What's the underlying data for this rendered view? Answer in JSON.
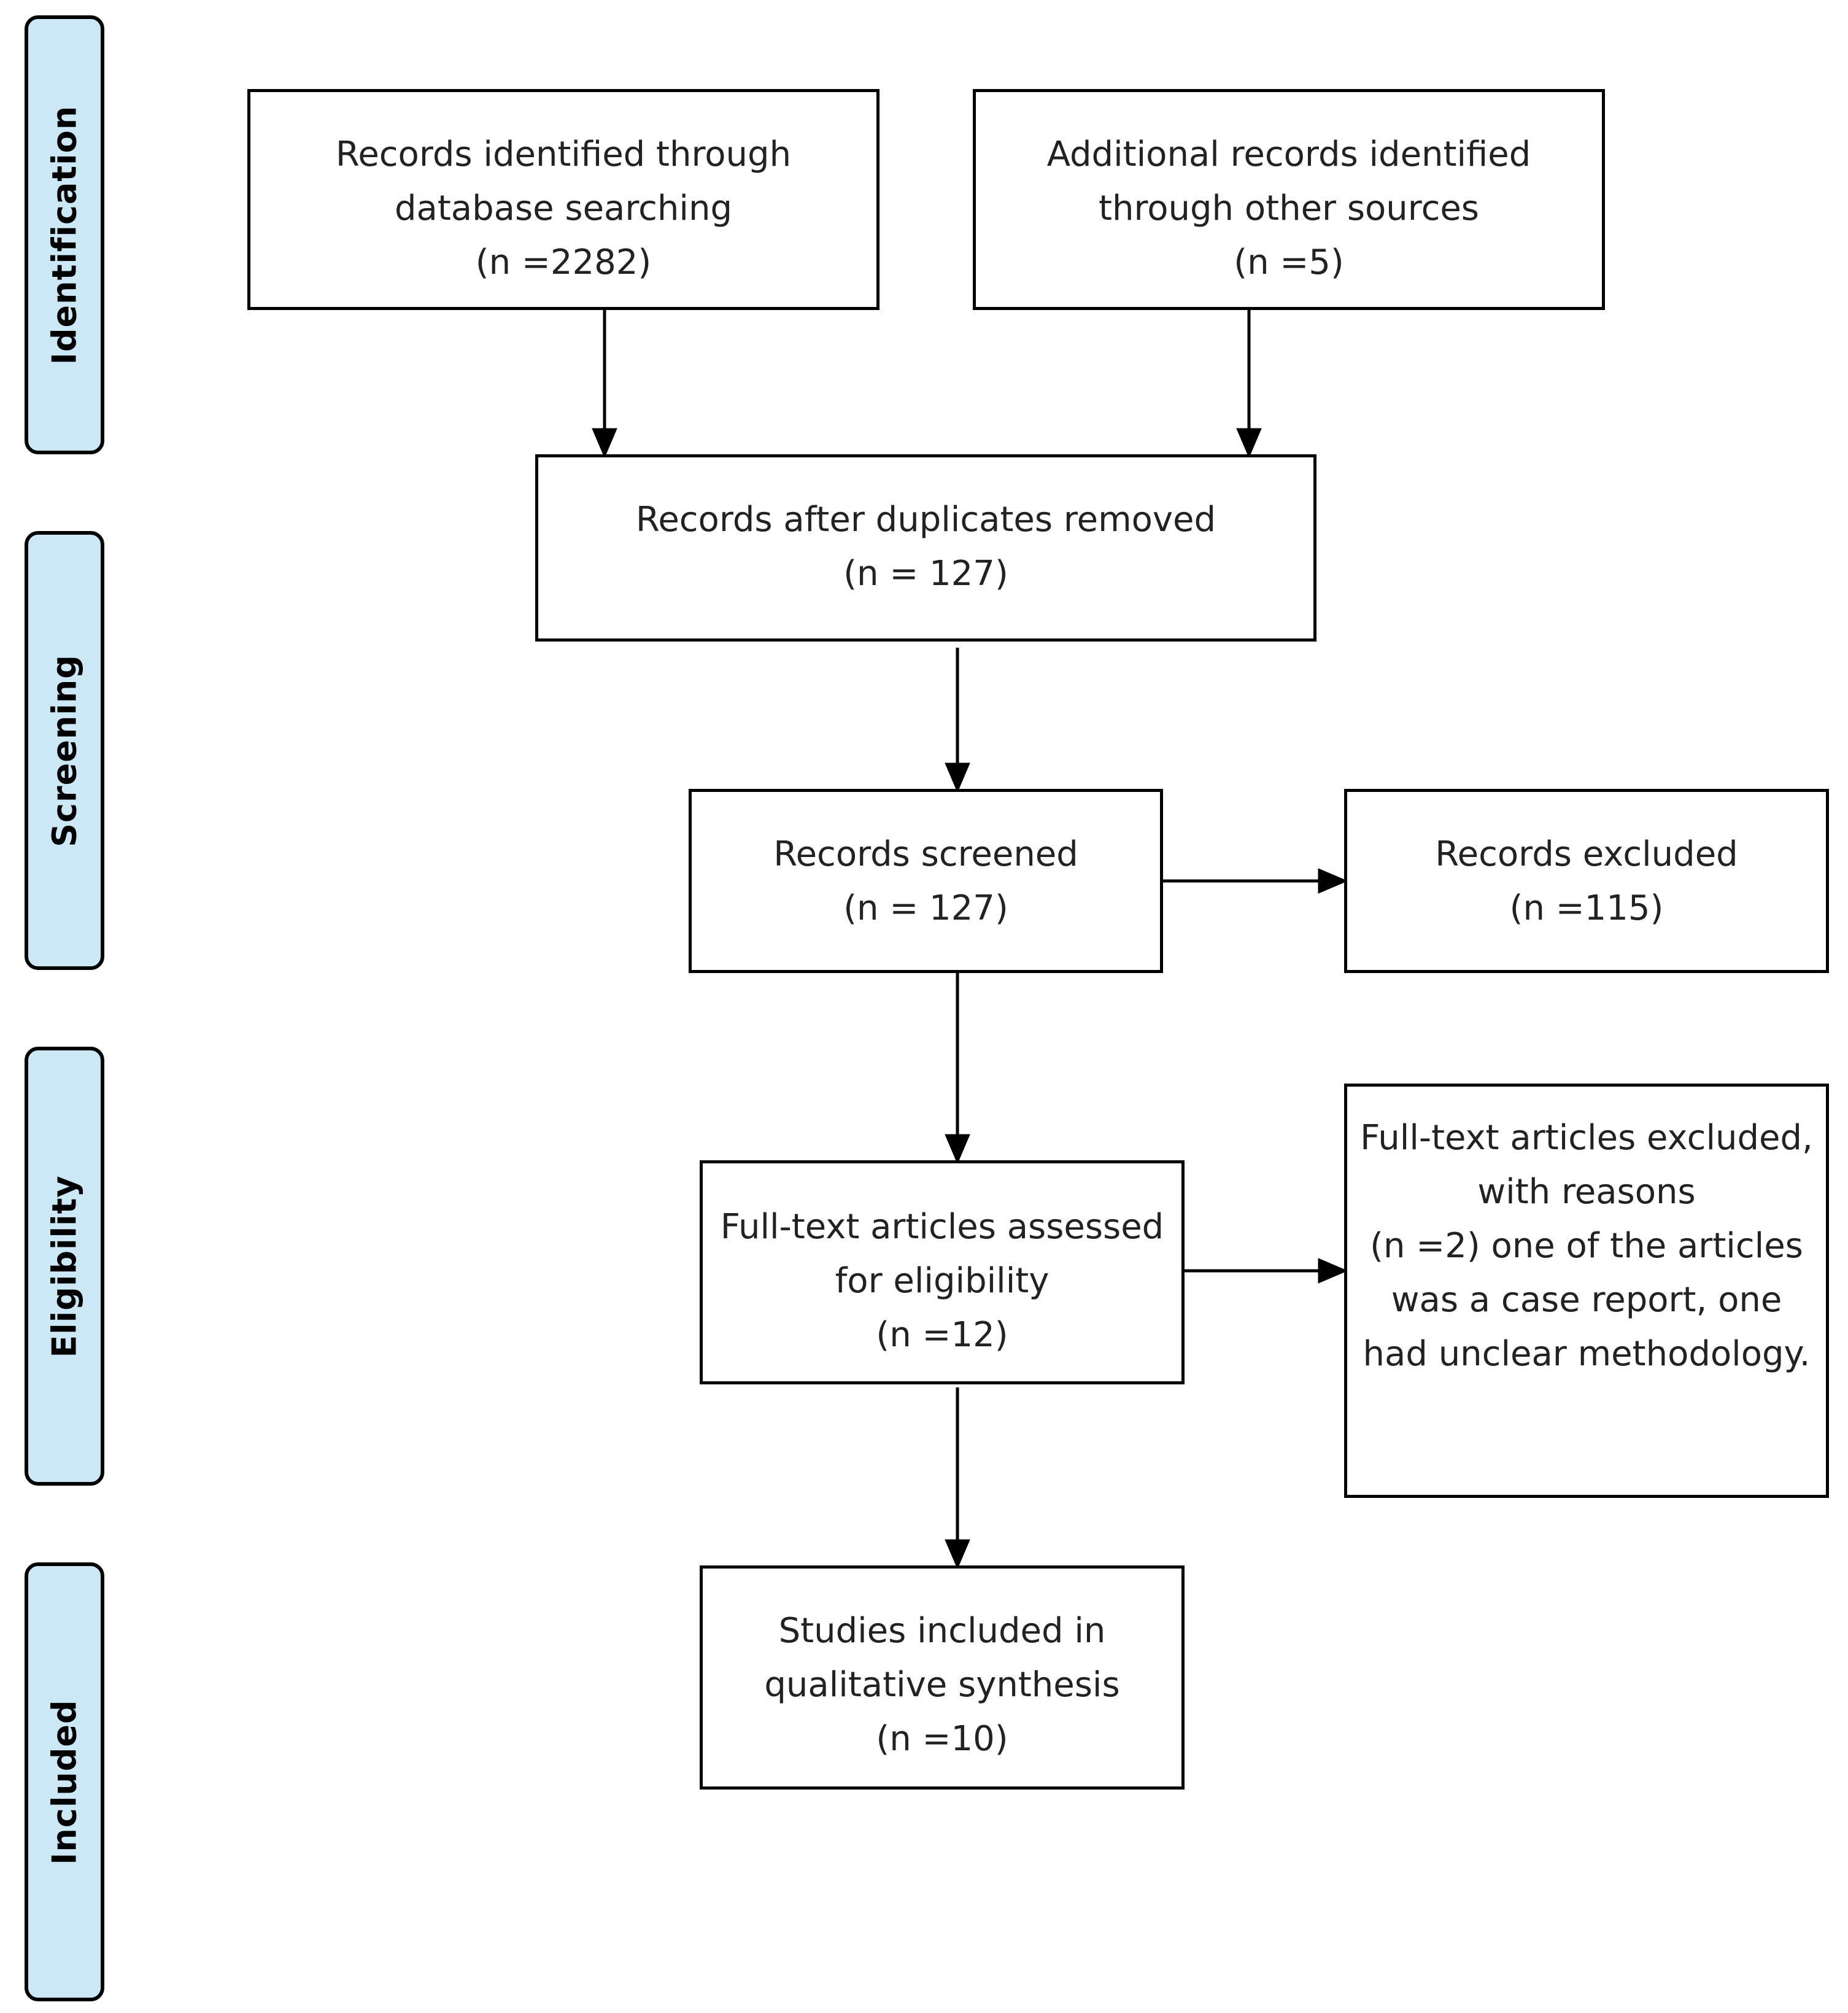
{
  "phases": {
    "identification": "Identification",
    "screening": "Screening",
    "eligibility": "Eligibility",
    "included": "Included"
  },
  "boxes": {
    "database": {
      "line1": "Records identified through",
      "line2": "database searching",
      "line3": "(n =2282)"
    },
    "additional": {
      "line1": "Additional records identified",
      "line2": "through other sources",
      "line3": "(n =5)"
    },
    "duplicates": {
      "line1": "Records after duplicates removed",
      "line2": "(n = 127)"
    },
    "screened": {
      "line1": "Records screened",
      "line2": "(n =  127)"
    },
    "excluded": {
      "line1": "Records excluded",
      "line2": "(n =115)"
    },
    "fulltext": {
      "line1": "Full-text articles assessed",
      "line2": "for eligibility",
      "line3": "(n =12)"
    },
    "fulltext_excluded": {
      "line1": "Full-text articles excluded,",
      "line2": "with reasons",
      "line3": "(n =2) one of the articles",
      "line4": "was a case report, one",
      "line5": "had unclear methodology."
    },
    "included": {
      "line1": "Studies included in",
      "line2": "qualitative synthesis",
      "line3": "(n =10)"
    }
  }
}
